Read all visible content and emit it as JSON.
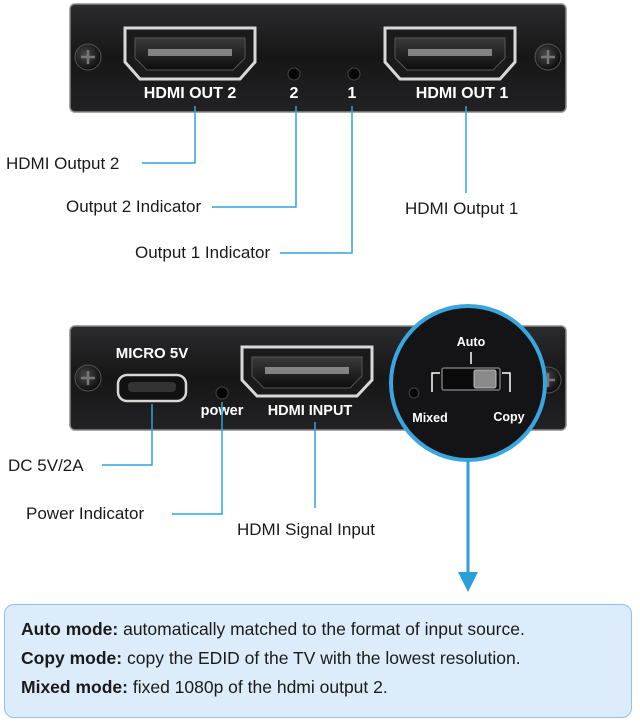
{
  "top_panel": {
    "port_left": "HDMI OUT 2",
    "port_right": "HDMI OUT 1",
    "led_left": "2",
    "led_right": "1"
  },
  "top_callouts": {
    "output2": "HDMI Output  2",
    "indicator2": "Output 2 Indicator",
    "indicator1": "Output 1 Indicator",
    "output1": "HDMI Output 1"
  },
  "bottom_panel": {
    "micro": "MICRO 5V",
    "power": "power",
    "hdmi_input": "HDMI INPUT",
    "switch_auto": "Auto",
    "switch_mixed": "Mixed",
    "switch_copy": "Copy"
  },
  "bottom_callouts": {
    "dc": "DC 5V/2A",
    "power_indicator": "Power Indicator",
    "signal_input": "HDMI Signal Input"
  },
  "modes": [
    {
      "name": "Auto mode:",
      "desc": " automatically matched to the format of input source."
    },
    {
      "name": "Copy mode:",
      "desc": " copy the EDID of the TV with the lowest resolution."
    },
    {
      "name": "Mixed mode:",
      "desc": " fixed 1080p of the hdmi output 2."
    }
  ],
  "colors": {
    "panel": "#1c1c1e",
    "callout_line": "#2ea3dd",
    "arrow": "#29a0dc",
    "mode_box_bg": "#dcecfa"
  }
}
